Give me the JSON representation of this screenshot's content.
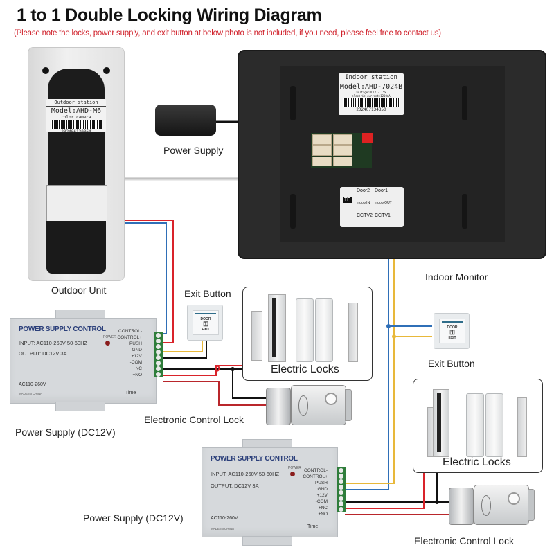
{
  "header": {
    "title": "1 to 1 Double Locking Wiring Diagram",
    "note": "(Please note the locks, power supply, and exit button at below photo is not included, if you need, please feel free to contact us)"
  },
  "outdoor_unit": {
    "label": "Outdoor Unit",
    "sticker": {
      "heading": "Outdoor station",
      "model": "Model:AHD-M6",
      "subline": "color camera",
      "serial": "202406130064"
    }
  },
  "indoor_monitor": {
    "label": "Indoor Monitor",
    "sticker": {
      "heading": "Indoor station",
      "model": "Model:AHD-7024B",
      "spec1": "voltage:DC12 - 15V",
      "spec2": "electric current:1200mA",
      "serial": "202407134350"
    },
    "port_plate": {
      "tf": "TF",
      "ports": [
        "Door2",
        "Door1",
        "IndoorIN",
        "IndoorOUT",
        "CCTV2",
        "CCTV1"
      ]
    }
  },
  "adapter": {
    "label": "Power Supply"
  },
  "power_supply_units": [
    {
      "label": "Power Supply (DC12V)",
      "heading": "POWER SUPPLY CONTROL",
      "input": "INPUT: AC110-260V 50-60HZ",
      "output": "OUTPUT: DC12V  3A",
      "power_led": "POWER",
      "ac": "AC110-260V",
      "made_in": "MADE IN CHINA",
      "time": "Time",
      "terminals": [
        "CONTROL-",
        "CONTROL+",
        "PUSH",
        "GND",
        "+12V",
        "-COM",
        "+NC",
        "+NO"
      ]
    },
    {
      "label": "Power Supply (DC12V)",
      "heading": "POWER SUPPLY CONTROL",
      "input": "INPUT: AC110-260V 50-60HZ",
      "output": "OUTPUT: DC12V  3A",
      "power_led": "POWER",
      "ac": "AC110-260V",
      "made_in": "MADE IN CHINA",
      "time": "Time",
      "terminals": [
        "CONTROL-",
        "CONTROL+",
        "PUSH",
        "GND",
        "+12V",
        "-COM",
        "+NC",
        "+NO"
      ]
    }
  ],
  "exit_buttons": [
    {
      "label": "Exit Button",
      "face_top": "DOOR",
      "face_bottom": "EXIT"
    },
    {
      "label": "Exit Button",
      "face_top": "DOOR",
      "face_bottom": "EXIT"
    }
  ],
  "electric_locks": [
    {
      "label": "Electric Locks"
    },
    {
      "label": "Electric Locks"
    }
  ],
  "electronic_control_locks": [
    {
      "label": "Electronic Control Lock"
    },
    {
      "label": "Electronic Control Lock"
    }
  ],
  "wire_colors": {
    "red": "#d9232a",
    "blue": "#2f6fb7",
    "yellow": "#e8b83a",
    "black": "#111111",
    "white": "#d8d8d8"
  }
}
